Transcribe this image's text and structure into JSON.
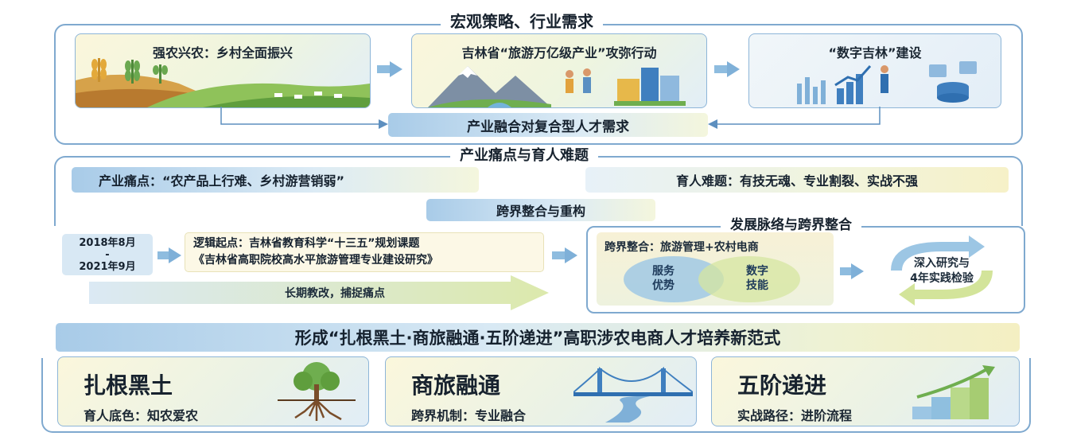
{
  "section1": {
    "title": "宏观策略、行业需求",
    "panels": [
      {
        "label": "强农兴农：乡村全面振兴"
      },
      {
        "label": "吉林省“旅游万亿级产业”攻弥行动"
      },
      {
        "label": "“数字吉林”建设"
      }
    ],
    "demand_bar": "产业融合对复合型人才需求"
  },
  "section2": {
    "title": "产业痛点与育人难题",
    "pain_point": "产业痛点：“农产品上行难、乡村游营销弱”",
    "edu_problem": "育人难题：有技无魂、专业割裂、实战不强",
    "restructure": "跨界整合与重构"
  },
  "timeline": {
    "start": "2018年8月",
    "dash": "-",
    "end": "2021年9月",
    "logic_line1": "逻辑起点：吉林省教育科学“十三五”规划课题",
    "logic_line2": "《吉林省高职院校高水平旅游管理专业建设研究》",
    "reform": "长期教改，捕捉痛点"
  },
  "development": {
    "title": "发展脉络与跨界整合",
    "integration": "跨界整合：旅游管理+农村电商",
    "circle_left": [
      "服务",
      "优势"
    ],
    "circle_right": [
      "数字",
      "技能"
    ],
    "cycle": [
      "深入研究与",
      "4年实践检验"
    ]
  },
  "paradigm_banner": "形成“扎根黑土·商旅融通·五阶递进”高职涉农电商人才培养新范式",
  "cards": [
    {
      "title": "扎根黑土",
      "subtitle": "育人底色：知农爱农",
      "icon": "tree-icon"
    },
    {
      "title": "商旅融通",
      "subtitle": "跨界机制：专业融合",
      "icon": "bridge-icon"
    },
    {
      "title": "五阶递进",
      "subtitle": "实战路径：进阶流程",
      "icon": "stairs-icon"
    }
  ],
  "colors": {
    "frame": "#7fa9cf",
    "accent_blue": "#7fb0d8",
    "accent_yellow": "#f3efc3",
    "green": "#6fae4f"
  }
}
